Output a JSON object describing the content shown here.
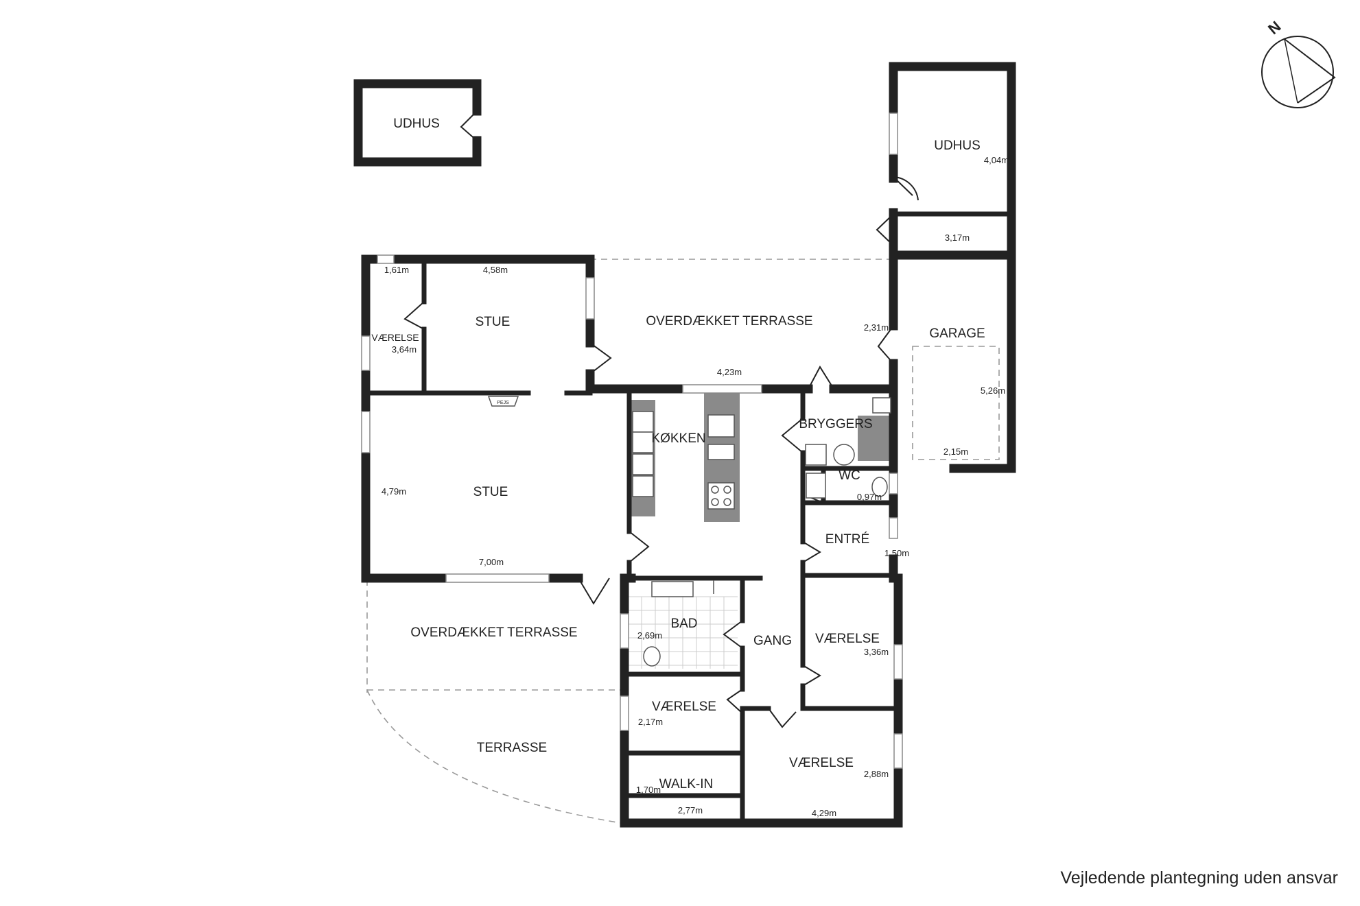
{
  "rooms": {
    "udhus_small": "UDHUS",
    "udhus_large": "UDHUS",
    "stue_upper": "STUE",
    "vaerelse_west": "VÆRELSE",
    "overdaekket_terrasse_north": "OVERDÆKKET TERRASSE",
    "garage": "GARAGE",
    "bryggers": "BRYGGERS",
    "koekken": "KØKKEN",
    "stue_main": "STUE",
    "wc": "WC",
    "entre": "ENTRÉ",
    "overdaekket_terrasse_south": "OVERDÆKKET TERRASSE",
    "bad": "BAD",
    "gang": "GANG",
    "vaerelse_east": "VÆRELSE",
    "vaerelse_mid": "VÆRELSE",
    "terrasse": "TERRASSE",
    "vaerelse_south": "VÆRELSE",
    "walk_in": "WALK-IN"
  },
  "dimensions": {
    "udhus_large_width": "4,04m",
    "udhus_passage": "3,17m",
    "vaerelse_west_top": "1,61m",
    "stue_upper_width": "4,58m",
    "vaerelse_west_depth": "3,64m",
    "garage_left": "2,31m",
    "garage_depth": "5,26m",
    "garage_width": "2,15m",
    "kitchen_width": "4,23m",
    "stue_main_depth": "4,79m",
    "stue_main_width": "7,00m",
    "wc_width": "0,97m",
    "entre_width": "1,50m",
    "bad_depth": "2,69m",
    "vaerelse_east_depth": "3,36m",
    "vaerelse_mid_depth": "2,17m",
    "vaerelse_south_depth": "2,88m",
    "walk_in_depth": "1,70m",
    "walk_in_width": "2,77m",
    "vaerelse_south_width": "4,29m"
  },
  "fireplace": "PEJS",
  "compass": {
    "letter": "N"
  },
  "disclaimer": "Vejledende plantegning uden ansvar"
}
